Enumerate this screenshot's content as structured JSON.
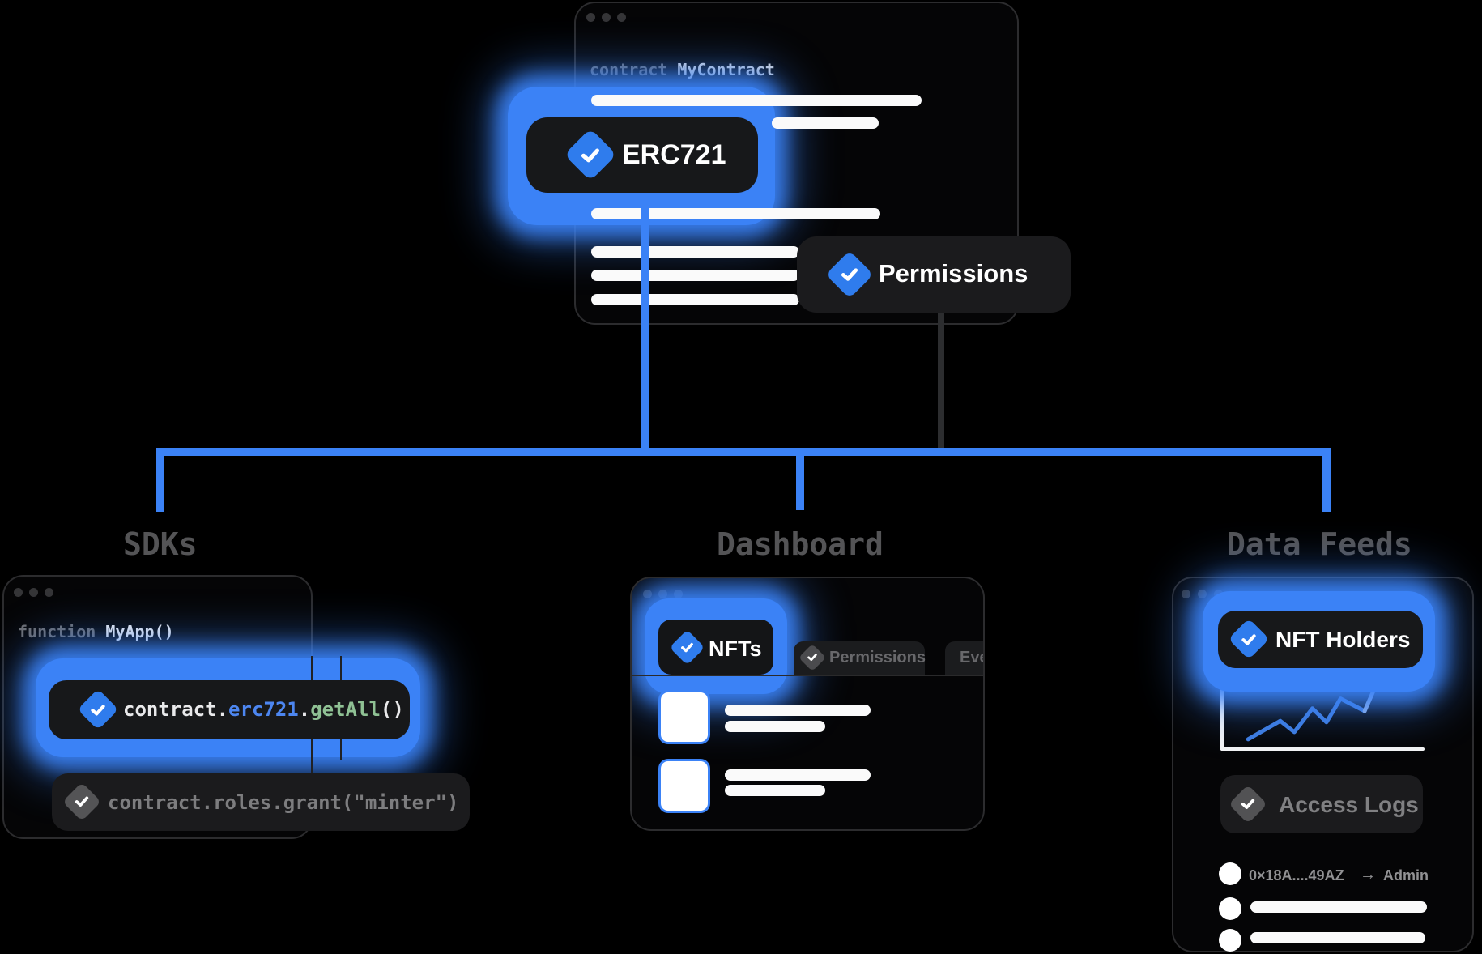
{
  "colors": {
    "accent_blue": "#3b82f6",
    "diamond_blue": "#2f7ced",
    "diamond_gray": "#545456",
    "pill_dark": "#17181a",
    "pill_soft": "#1b1b1d",
    "window_border": "#2c2c2e",
    "branch_label_gray": "#545456",
    "code_green": "#8fc194",
    "code_blue": "#4d86f0"
  },
  "contract_window": {
    "keyword": "contract",
    "name": "MyContract",
    "erc721_label": "ERC721",
    "permissions_label": "Permissions"
  },
  "branch_labels": {
    "sdks": "SDKs",
    "dashboard": "Dashboard",
    "data_feeds": "Data Feeds"
  },
  "sdk_window": {
    "keyword": "function",
    "name": "MyApp()",
    "snippet": {
      "p1": "contract.",
      "p2": "erc721",
      "p3": ".",
      "p4": "getAll",
      "p5": "()"
    },
    "secondary_snippet": "contract.roles.grant(\"minter\")"
  },
  "dashboard_window": {
    "tab_nfts": "NFTs",
    "tab_permissions": "Permissions",
    "tab_events": "Eve"
  },
  "data_feeds_window": {
    "badge_label": "NFT Holders",
    "access_logs_label": "Access Logs",
    "log_entry": {
      "address": "0×18A....49AZ",
      "arrow": "→",
      "role": "Admin"
    }
  },
  "chart_data": {
    "type": "line",
    "title": "NFT Holders trend sparkline",
    "xlabel": "",
    "ylabel": "",
    "grid": false,
    "axes": "white L-shaped axes, no ticks or labels",
    "series": [
      {
        "name": "nft-holders-trend",
        "points_normalized": [
          [
            0.13,
            0.15
          ],
          [
            0.29,
            0.43
          ],
          [
            0.36,
            0.26
          ],
          [
            0.45,
            0.62
          ],
          [
            0.52,
            0.41
          ],
          [
            0.59,
            0.77
          ],
          [
            0.71,
            0.58
          ],
          [
            0.77,
            1.0
          ]
        ]
      }
    ],
    "highlight_tail_from_index": 6,
    "line_color": "#3e7cdf",
    "tail_color": "#9cb8e8"
  }
}
